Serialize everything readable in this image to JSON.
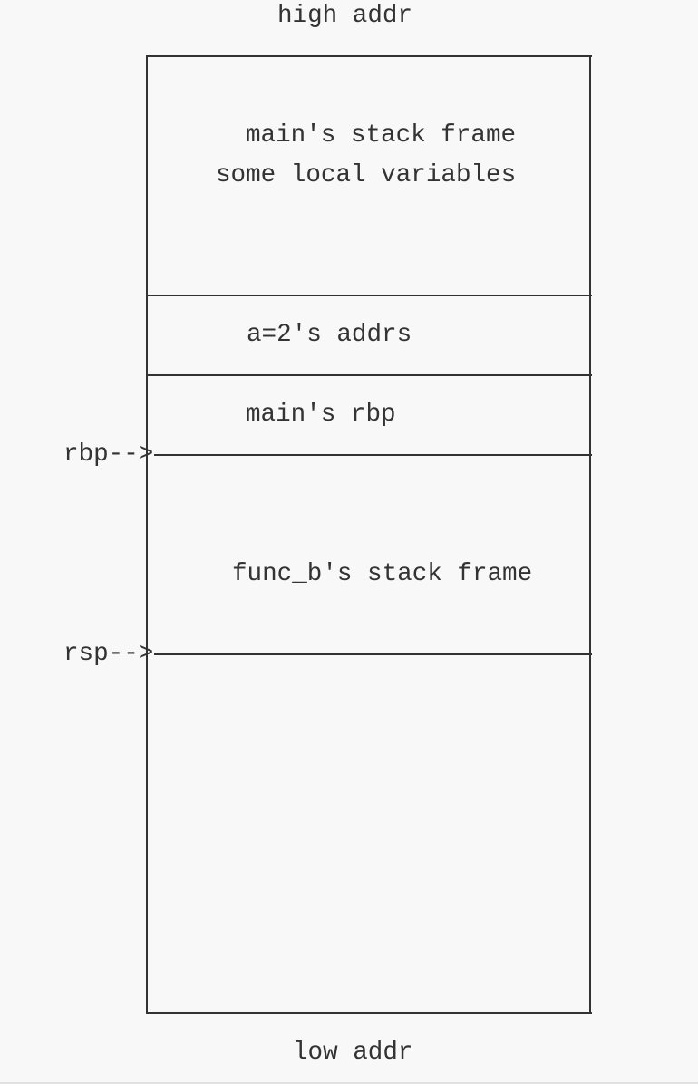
{
  "labels": {
    "high_addr": "high addr",
    "low_addr": "low addr",
    "main_frame": "main's stack frame",
    "main_locals": "some local variables",
    "a_addr": "a=2's addrs",
    "main_rbp": "main's rbp",
    "func_b_frame": "func_b's stack frame"
  },
  "pointers": {
    "rbp": "rbp-->",
    "rsp": "rsp-->"
  },
  "colors": {
    "line": "#333333",
    "background": "#f8f8f8"
  }
}
